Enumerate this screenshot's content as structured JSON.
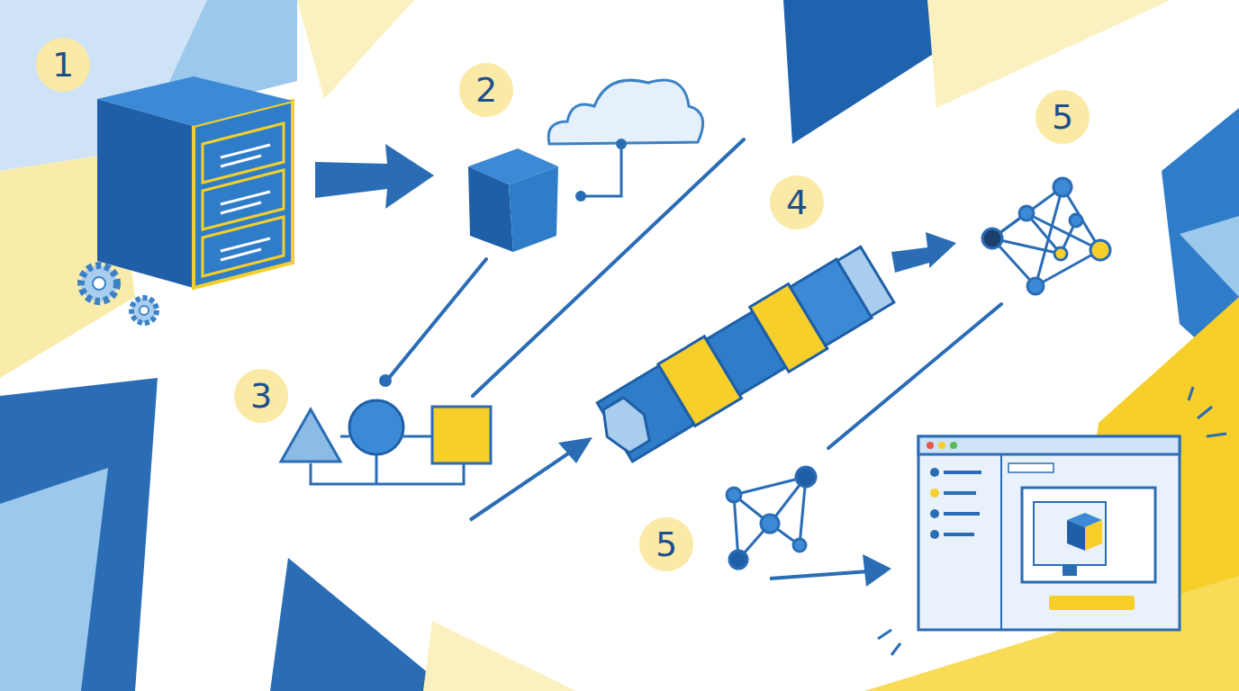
{
  "diagram": {
    "labels": [
      "1",
      "2",
      "3",
      "4",
      "5",
      "5"
    ]
  }
}
